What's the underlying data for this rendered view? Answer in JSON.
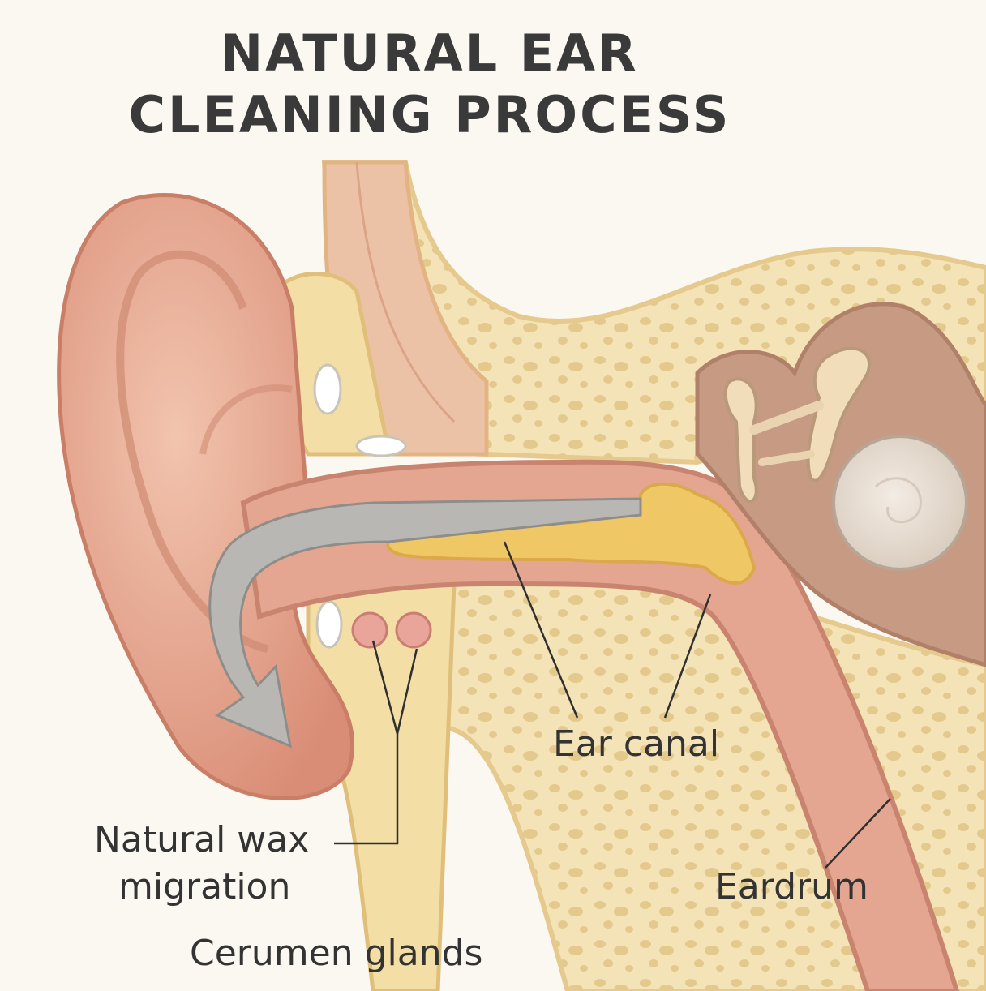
{
  "title": {
    "line1": "NATURAL EAR",
    "line2": "CLEANING PROCESS"
  },
  "labels": {
    "ear_canal": "Ear canal",
    "natural_wax_line1": "Natural wax",
    "natural_wax_line2": "migration",
    "eardrum": "Eardrum",
    "cerumen_glands": "Cerumen glands"
  },
  "colors": {
    "background": "#fbf8f1",
    "skin": "#e9a98f",
    "bone": "#f4e3b7",
    "wax": "#efc865",
    "arrow": "#b9b7b4",
    "text": "#333333"
  }
}
